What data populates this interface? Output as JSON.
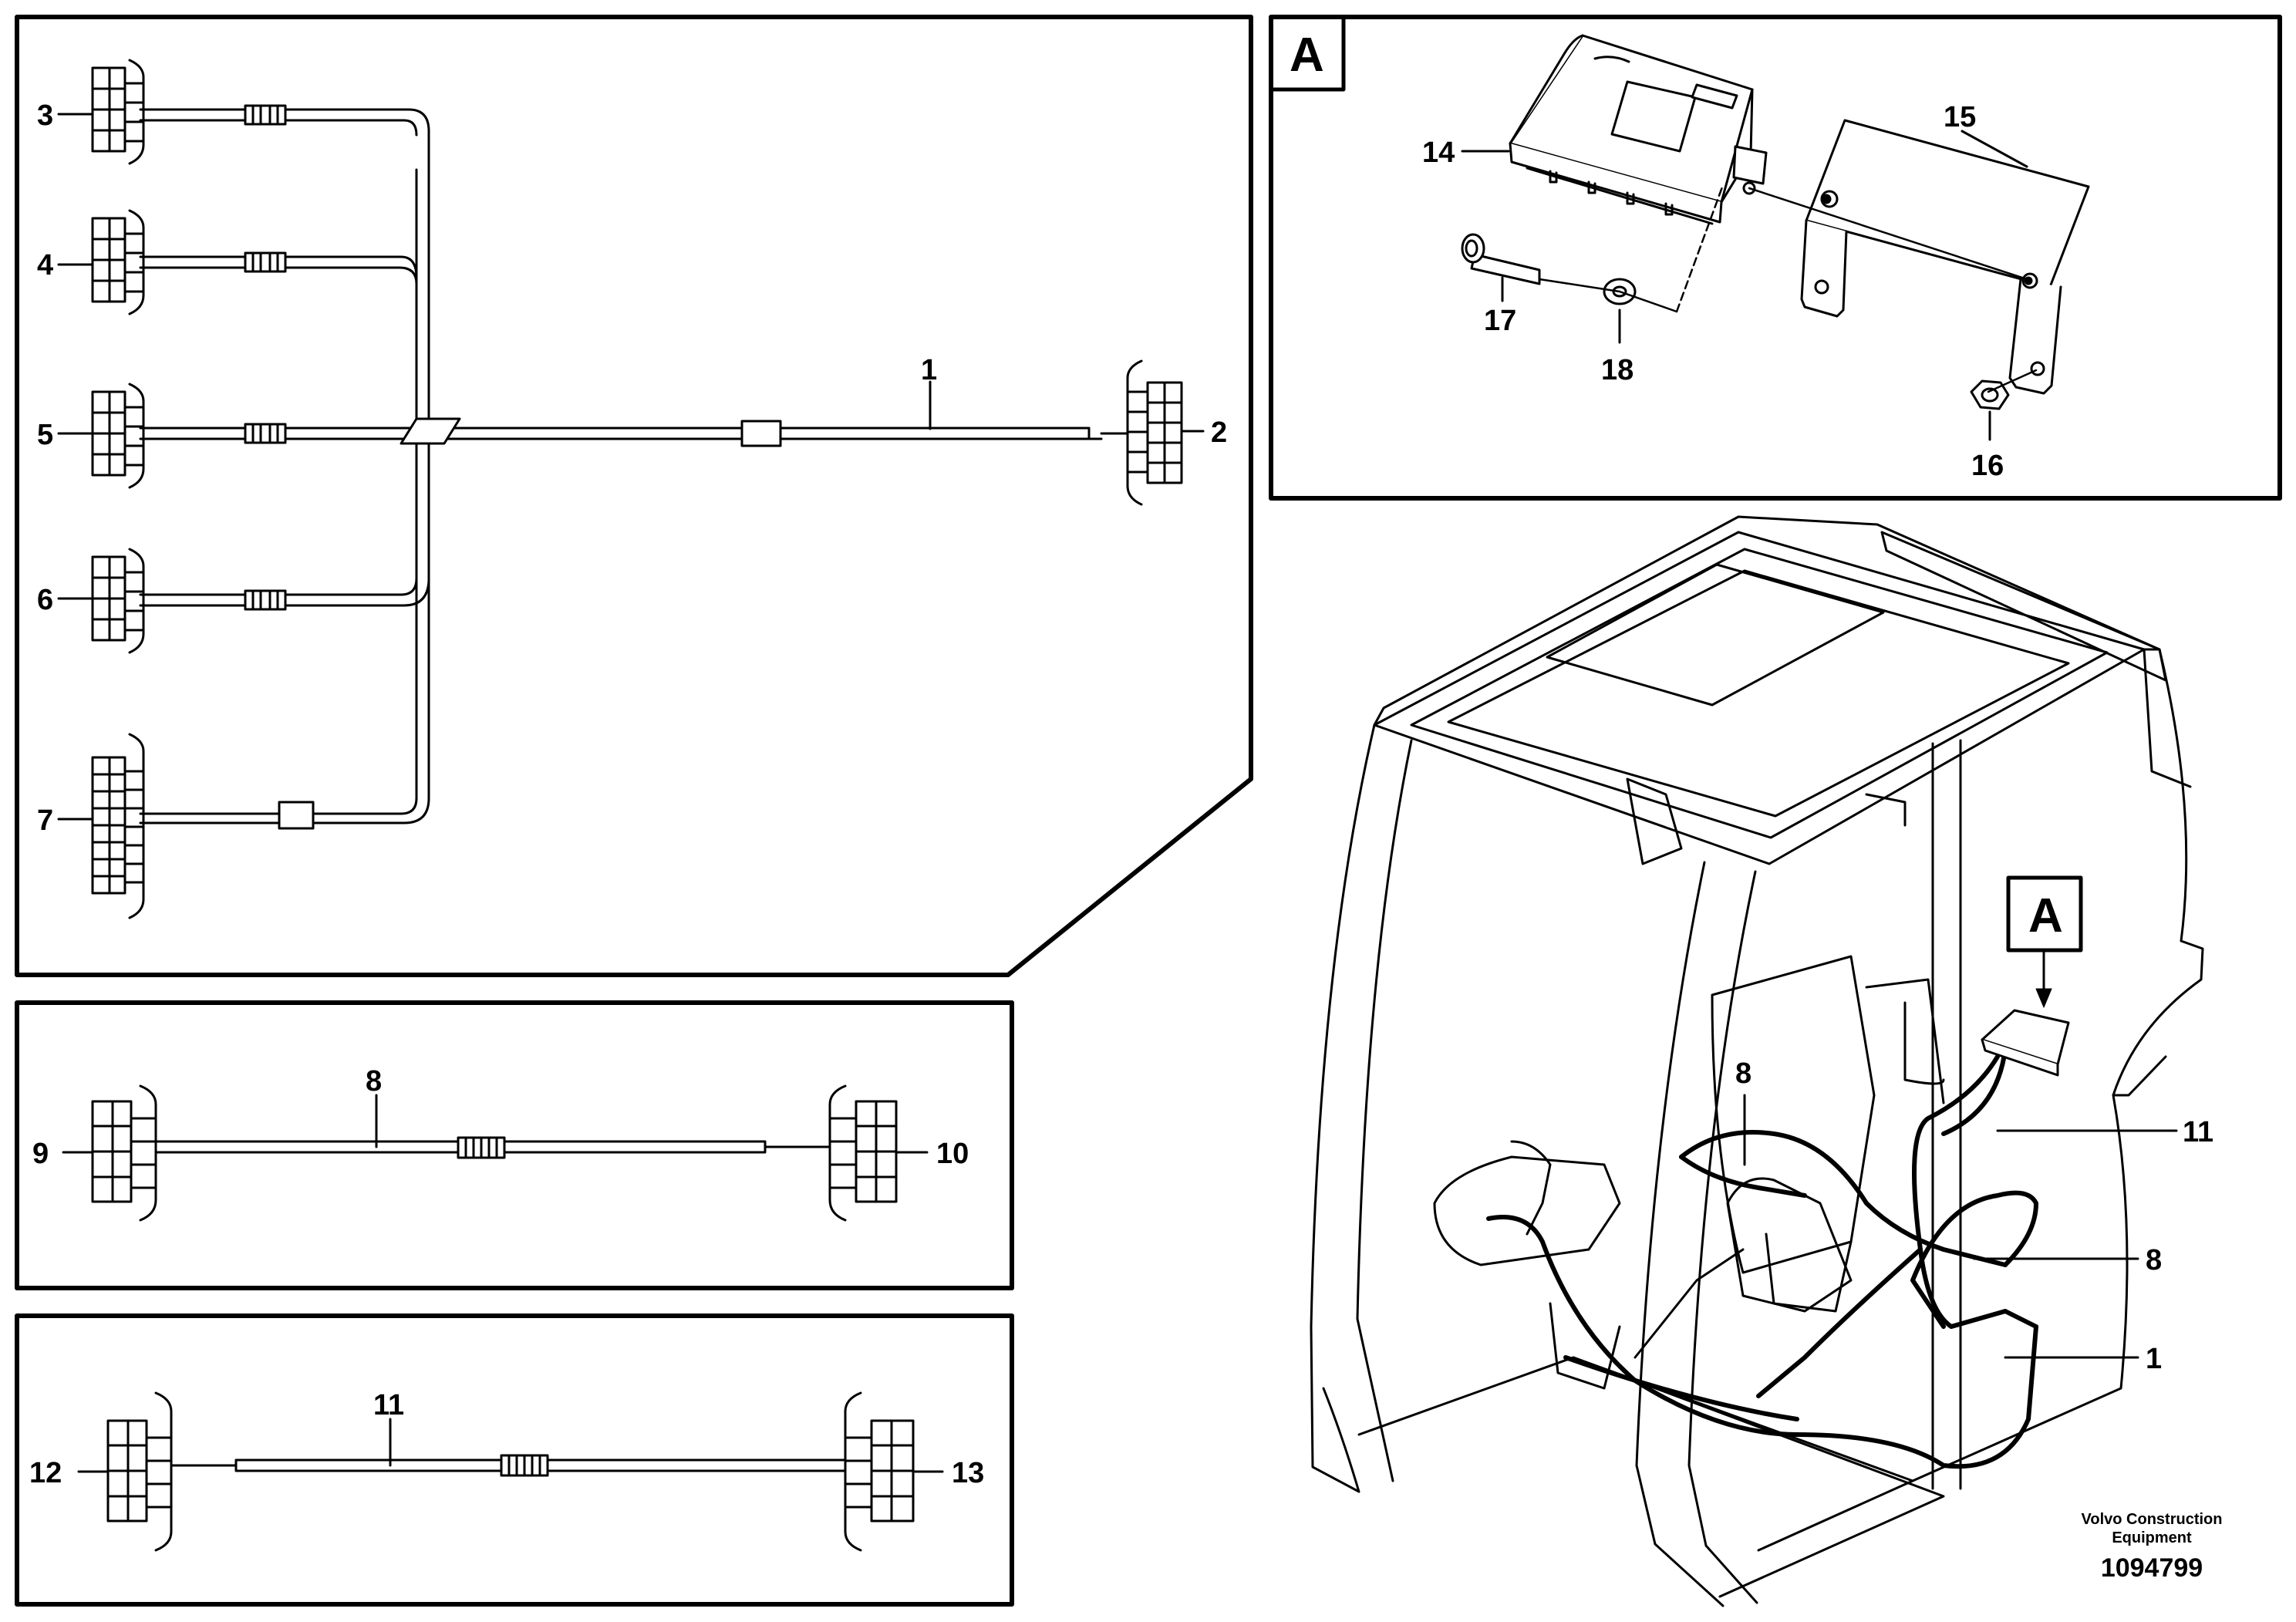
{
  "callouts": {
    "c1": "1",
    "c2": "2",
    "c3": "3",
    "c4": "4",
    "c5": "5",
    "c6": "6",
    "c7": "7",
    "c8": "8",
    "c9": "9",
    "c10": "10",
    "c11": "11",
    "c12": "12",
    "c13": "13",
    "c14": "14",
    "c15": "15",
    "c16": "16",
    "c17": "17",
    "c18": "18",
    "cab8": "8",
    "cab8b": "8",
    "cab11": "11",
    "cab1": "1"
  },
  "detail": {
    "label": "A",
    "cab_label": "A"
  },
  "footer": {
    "company_line1": "Volvo Construction",
    "company_line2": "Equipment",
    "drawing_number": "1094799"
  }
}
